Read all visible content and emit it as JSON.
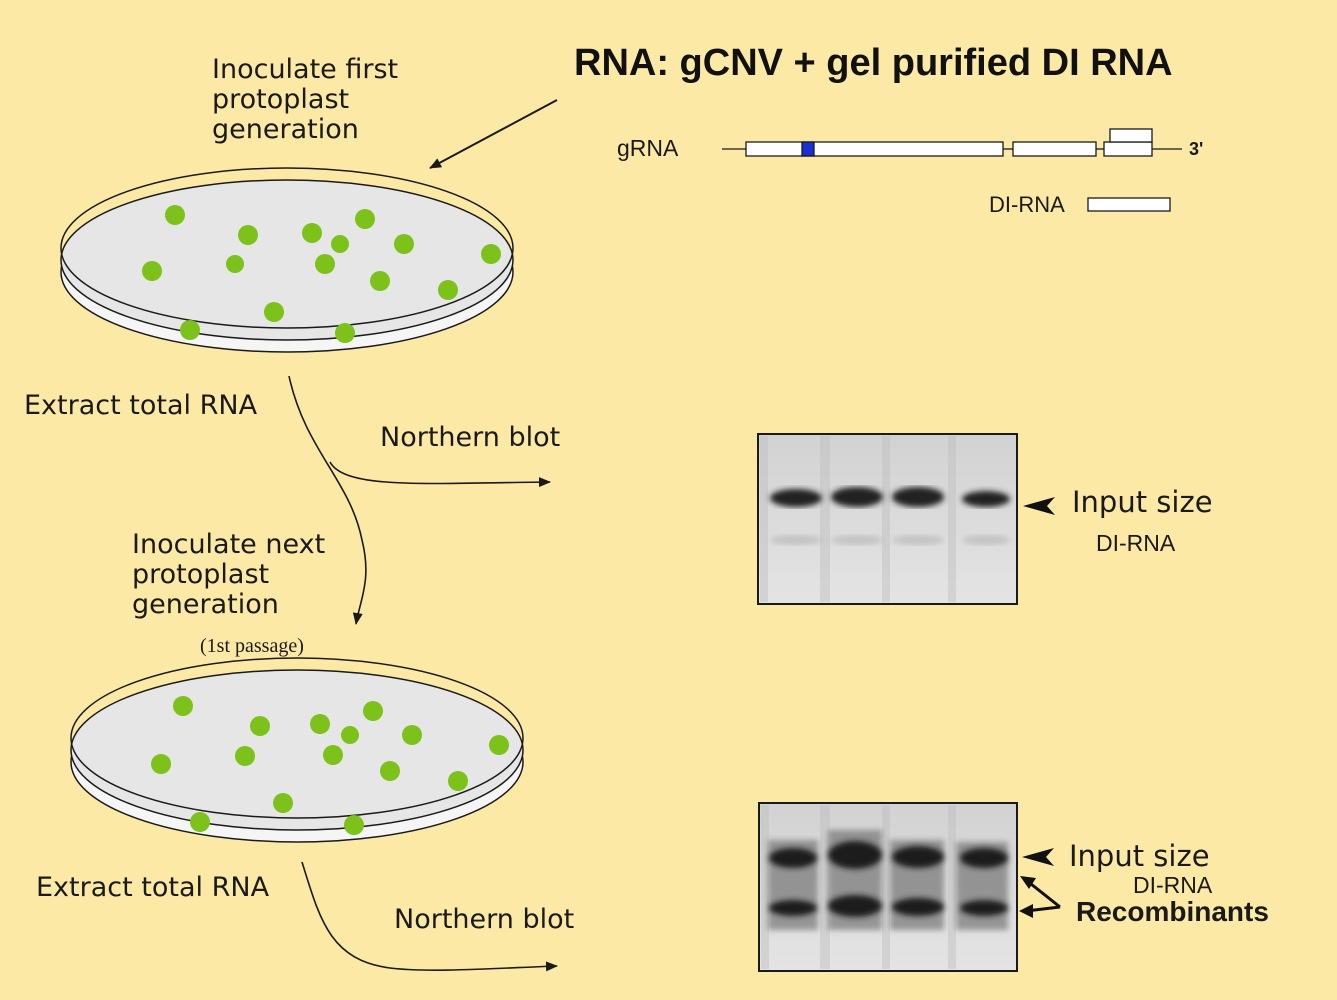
{
  "title": "RNA:  gCNV + gel purified DI RNA",
  "genome": {
    "grna_label": "gRNA",
    "three_prime": "3'",
    "di_label": "DI-RNA"
  },
  "steps": {
    "inoculate_first": [
      "Inoculate first",
      "protoplast",
      "generation"
    ],
    "extract_1": "Extract total RNA",
    "northern_1": "Northern blot",
    "inoculate_next": [
      "Inoculate next",
      "protoplast",
      "generation"
    ],
    "passage": "(1st passage)",
    "extract_2": "Extract total RNA",
    "northern_2": "Northern blot"
  },
  "blot1": {
    "input_size": "Input size",
    "di_rna": "DI-RNA"
  },
  "blot2": {
    "input_size": "Input size",
    "di_rna": "DI-RNA",
    "recombinants": "Recombinants"
  },
  "colors": {
    "background": "#fde9a6",
    "cell_green": "#7cc21a",
    "marker_blue": "#1a2fd6",
    "dish_fill": "#e6e6e6"
  }
}
